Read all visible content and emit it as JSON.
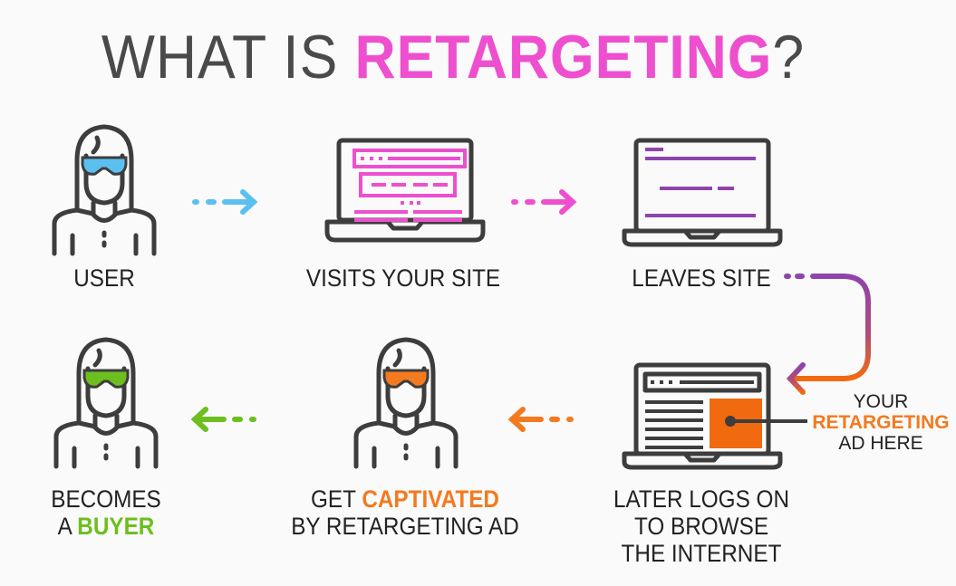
{
  "title": {
    "prefix": "WHAT IS ",
    "highlight": "RETARGETING",
    "suffix": "?"
  },
  "colors": {
    "title_highlight": "#ee4fcf",
    "step1_accent": "#5bc0f0",
    "step2_accent": "#ee4fcf",
    "step3_accent": "#8e44ad",
    "step4_accent": "#f26a0f",
    "step5_accent": "#f37a1f",
    "step6_accent": "#6cbf1e",
    "outline": "#3d3d3d"
  },
  "steps": [
    {
      "id": 1,
      "icon": "user-icon",
      "label_lines": [
        "USER"
      ]
    },
    {
      "id": 2,
      "icon": "laptop-website-icon",
      "label_lines": [
        "VISITS YOUR SITE"
      ]
    },
    {
      "id": 3,
      "icon": "laptop-leaving-icon",
      "label_lines": [
        "LEAVES SITE"
      ]
    },
    {
      "id": 4,
      "icon": "laptop-ad-icon",
      "label_lines": [
        "LATER LOGS ON",
        "TO BROWSE",
        "THE INTERNET"
      ]
    },
    {
      "id": 5,
      "icon": "user-icon",
      "label_prefix": "GET ",
      "label_highlight": "CAPTIVATED",
      "label_line2": "BY RETARGETING AD"
    },
    {
      "id": 6,
      "icon": "user-icon",
      "label_line1": "BECOMES",
      "label_prefix": "A ",
      "label_highlight": "BUYER"
    }
  ],
  "ad_callout": {
    "line1": "YOUR",
    "highlight": "RETARGETING",
    "line3": "AD HERE"
  }
}
